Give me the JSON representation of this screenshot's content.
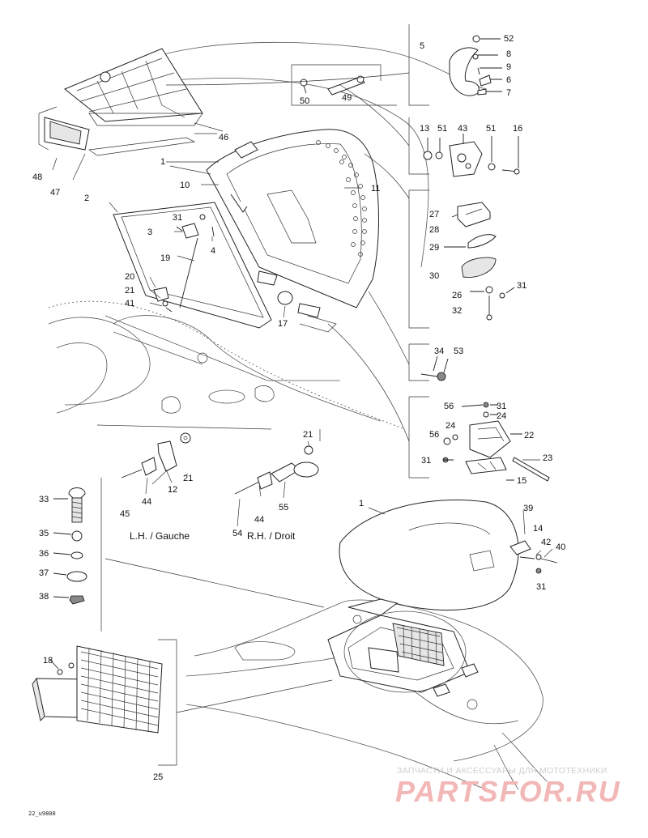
{
  "callouts": {
    "c1a": "1",
    "c2": "2",
    "c3": "3",
    "c4": "4",
    "c5": "5",
    "c6": "6",
    "c7": "7",
    "c8": "8",
    "c9": "9",
    "c10": "10",
    "c11": "11",
    "c12": "12",
    "c13": "13",
    "c14": "14",
    "c15": "15",
    "c16": "16",
    "c17": "17",
    "c18": "18",
    "c19": "19",
    "c20": "20",
    "c21a": "21",
    "c21b": "21",
    "c21c": "21",
    "c22": "22",
    "c23": "23",
    "c24a": "24",
    "c24b": "24",
    "c25": "25",
    "c26": "26",
    "c27": "27",
    "c28": "28",
    "c29": "29",
    "c30": "30",
    "c31a": "31",
    "c31b": "31",
    "c31c": "31",
    "c31d": "31",
    "c31e": "31",
    "c32": "32",
    "c33": "33",
    "c34": "34",
    "c35": "35",
    "c36": "36",
    "c37": "37",
    "c38": "38",
    "c39": "39",
    "c40": "40",
    "c41": "41",
    "c42": "42",
    "c43": "43",
    "c44a": "44",
    "c44b": "44",
    "c45": "45",
    "c46": "46",
    "c47": "47",
    "c48": "48",
    "c49": "49",
    "c50": "50",
    "c51a": "51",
    "c51b": "51",
    "c52": "52",
    "c53": "53",
    "c54": "54",
    "c55": "55",
    "c56a": "56",
    "c56b": "56",
    "c1b": "1"
  },
  "captions": {
    "left_hand": "L.H. / Gauche",
    "right_hand": "R.H. / Droit"
  },
  "reference_code": "22_u9800",
  "watermark": {
    "line1": "ЗАПЧАСТИ И АКСЕССУАРЫ ДЛЯ МОТОТЕХНИКИ",
    "line2": "PARTSFOR.RU"
  }
}
